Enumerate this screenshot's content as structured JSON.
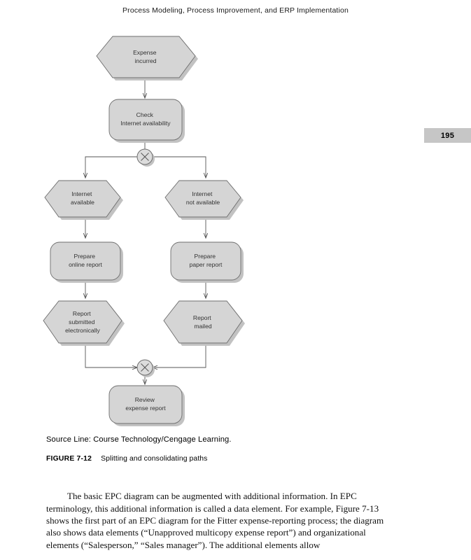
{
  "running_head": "Process Modeling, Process Improvement, and ERP Implementation",
  "page_tab": {
    "number": "195",
    "background": "#c6c6c6"
  },
  "diagram": {
    "title": "EPC diagram - splitting and consolidating paths",
    "style": {
      "shape_fill": "#d5d5d5",
      "shape_stroke": "#6e6e6e",
      "shadow_fill": "#c2c2c2",
      "connector_stroke": "#555555",
      "label_color": "#333333"
    },
    "nodes": [
      {
        "id": "expense-incurred",
        "type": "event",
        "label_lines": [
          "Expense",
          "incurred"
        ]
      },
      {
        "id": "check-internet",
        "type": "function",
        "label_lines": [
          "Check",
          "Internet availability"
        ]
      },
      {
        "id": "xor-split",
        "type": "gateway",
        "label_lines": [
          "XOR"
        ]
      },
      {
        "id": "internet-available",
        "type": "event",
        "label_lines": [
          "Internet",
          "available"
        ]
      },
      {
        "id": "internet-not-available",
        "type": "event",
        "label_lines": [
          "Internet",
          "not available"
        ]
      },
      {
        "id": "prepare-online-report",
        "type": "function",
        "label_lines": [
          "Prepare",
          "online report"
        ]
      },
      {
        "id": "prepare-paper-report",
        "type": "function",
        "label_lines": [
          "Prepare",
          "paper report"
        ]
      },
      {
        "id": "report-submitted",
        "type": "event",
        "label_lines": [
          "Report",
          "submitted",
          "electronically"
        ]
      },
      {
        "id": "report-mailed",
        "type": "event",
        "label_lines": [
          "Report",
          "mailed"
        ]
      },
      {
        "id": "xor-join",
        "type": "gateway",
        "label_lines": [
          "XOR"
        ]
      },
      {
        "id": "review-expense-report",
        "type": "function",
        "label_lines": [
          "Review",
          "expense report"
        ]
      }
    ]
  },
  "source_line": "Source Line: Course Technology/Cengage Learning.",
  "figure": {
    "number": "FIGURE 7-12",
    "title": "Splitting and consolidating paths"
  },
  "body_paragraph": "The basic EPC diagram can be augmented with additional information. In EPC terminology, this additional information is called a data element. For example, Figure 7-13 shows the first part of an EPC diagram for the Fitter expense-reporting process; the diagram also shows data elements (“Unapproved multicopy expense report”) and organizational elements (“Salesperson,” “Sales manager”). The additional elements allow"
}
